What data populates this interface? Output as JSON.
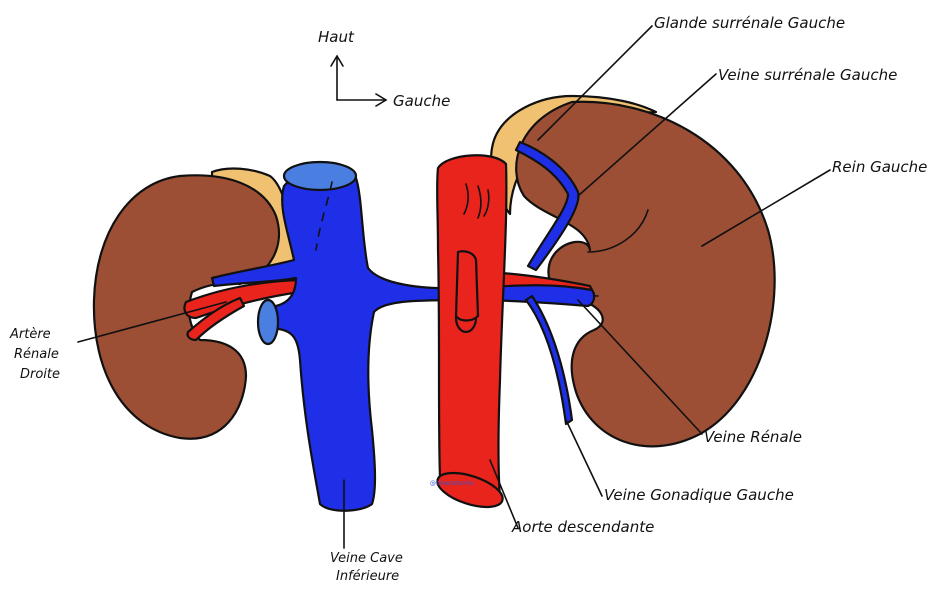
{
  "orientation": {
    "up_label": "Haut",
    "left_label": "Gauche"
  },
  "labels": {
    "left_adrenal_gland": "Glande surrénale Gauche",
    "left_adrenal_vein": "Veine surrénale Gauche",
    "left_kidney": "Rein Gauche",
    "right_renal_artery_line1": "Artère",
    "right_renal_artery_line2": "Rénale",
    "right_renal_artery_line3": "Droite",
    "renal_vein": "Veine Rénale",
    "left_gonadal_vein": "Veine Gonadique Gauche",
    "descending_aorta": "Aorte descendante",
    "ivc_line1": "Veine Cave",
    "ivc_line2": "Inférieure"
  },
  "signature": "@bioanatomie",
  "colors": {
    "kidney": "#9c4f35",
    "adrenal": "#f0c171",
    "vein": "#1f2fe8",
    "vein_light": "#4a7ee0",
    "artery": "#e8241d",
    "outline": "#111111"
  }
}
